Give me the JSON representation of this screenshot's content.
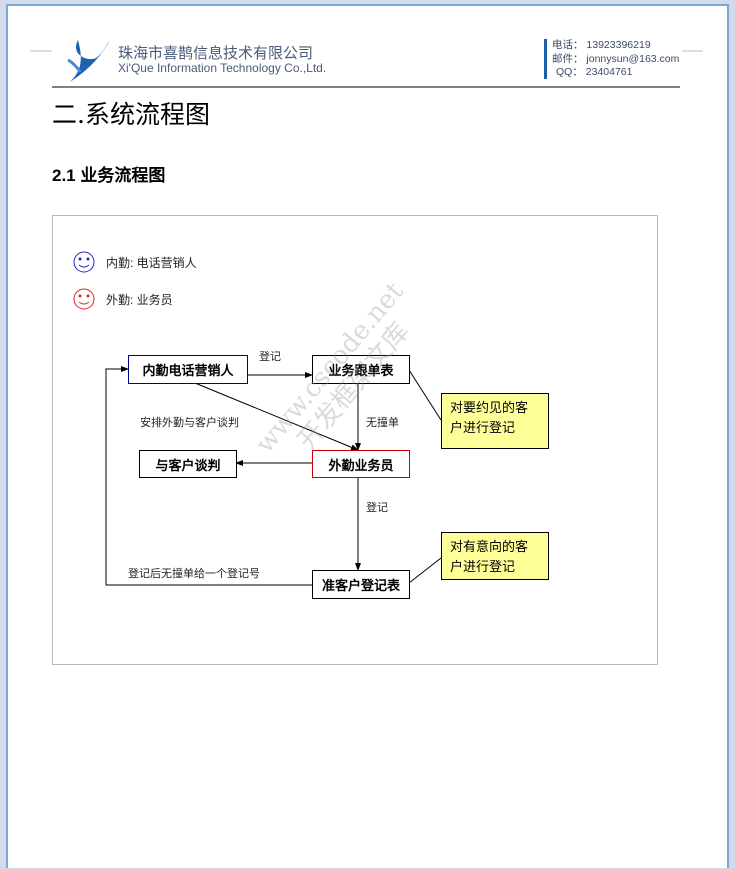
{
  "header": {
    "company_cn": "珠海市喜鹊信息技术有限公司",
    "company_en": "Xi'Que Information Technology Co.,Ltd.",
    "phone": "电话： 13923396219",
    "email": "邮件： jonnysun@163.com",
    "qq": "QQ： 23404761"
  },
  "section_title": "二.系统流程图",
  "subsection_title": "2.1  业务流程图",
  "diagram": {
    "legend": [
      {
        "label": "内勤: 电话营销人",
        "color": "#2222cc"
      },
      {
        "label": "外勤: 业务员",
        "color": "#dd2222"
      }
    ],
    "boxes": {
      "telemarketer": "内勤电话营销人",
      "tracking_sheet": "业务跟单表",
      "field_staff": "外勤业务员",
      "negotiate": "与客户谈判",
      "prospect_sheet": "准客户登记表"
    },
    "notes": {
      "note1": "对要约见的客户进行登记",
      "note2": "对有意向的客户进行登记"
    },
    "edge_labels": {
      "register1": "登记",
      "arrange": "安排外勤与客户谈判",
      "no_conflict": "无撞单",
      "register2": "登记",
      "loop": "登记后无撞单给一个登记号"
    },
    "watermark": [
      "www.cscode.net",
      "开发框架文库"
    ]
  }
}
